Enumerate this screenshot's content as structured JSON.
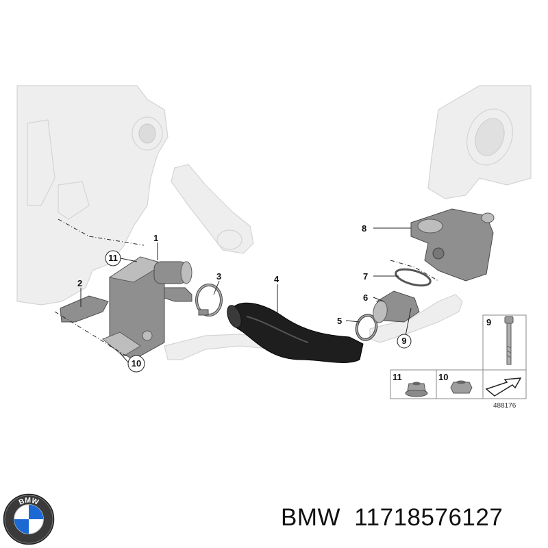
{
  "callouts": {
    "c1": "1",
    "c2": "2",
    "c3": "3",
    "c4": "4",
    "c5": "5",
    "c6": "6",
    "c7": "7",
    "c8": "8",
    "c9": "9",
    "c10": "10",
    "c11": "11"
  },
  "legend": {
    "item9": "9",
    "item11": "11",
    "item10": "10"
  },
  "diagram_id": "488176",
  "brand": {
    "name": "BMW",
    "part_number": "11718576127",
    "logo_text": "BMW"
  },
  "colors": {
    "hose": "#1e1e1e",
    "parts": "#8f8f8f",
    "ghost": "#eeeeee"
  }
}
